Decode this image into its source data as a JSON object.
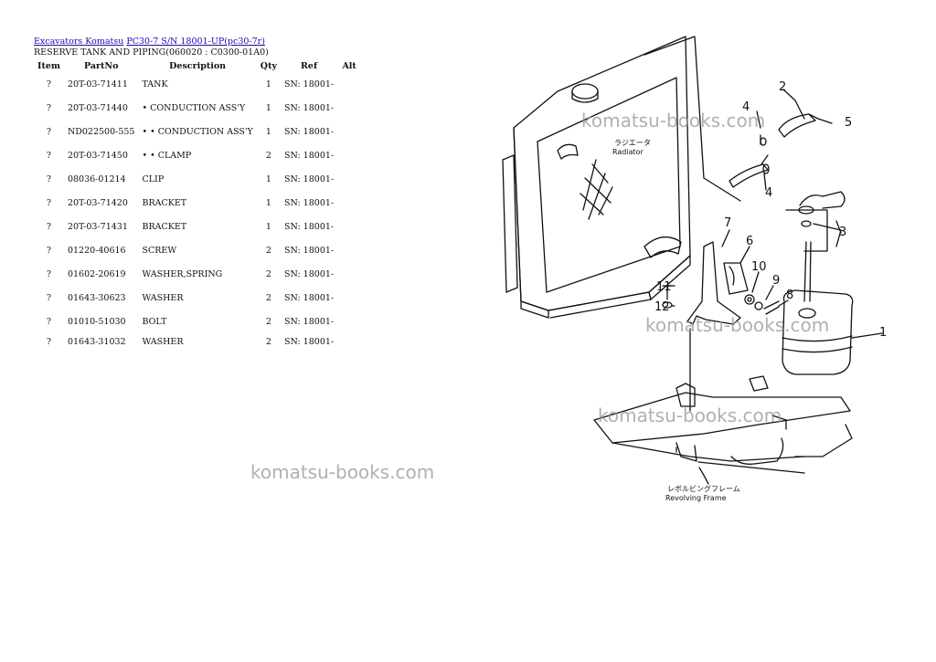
{
  "breadcrumb": {
    "link1": "Excavators Komatsu",
    "link2": "PC30-7 S/N 18001-UP(pc30-7r)"
  },
  "subtitle": "RESERVE TANK AND PIPING(060020 : C0300-01A0)",
  "table": {
    "headers": {
      "item": "Item",
      "partno": "PartNo",
      "description": "Description",
      "qty": "Qty",
      "ref": "Ref",
      "alt": "Alt"
    },
    "rows": [
      {
        "item": "?",
        "partno": "20T-03-71411",
        "description": "TANK",
        "qty": "1",
        "ref": "SN: 18001-"
      },
      {
        "item": "?",
        "partno": "20T-03-71440",
        "description": "• CONDUCTION ASS'Y",
        "qty": "1",
        "ref": "SN: 18001-"
      },
      {
        "item": "?",
        "partno": "ND022500-555",
        "description": "• • CONDUCTION ASS'Y",
        "qty": "1",
        "ref": "SN: 18001-"
      },
      {
        "item": "?",
        "partno": "20T-03-71450",
        "description": "• • CLAMP",
        "qty": "2",
        "ref": "SN: 18001-"
      },
      {
        "item": "?",
        "partno": "08036-01214",
        "description": "CLIP",
        "qty": "1",
        "ref": "SN: 18001-"
      },
      {
        "item": "?",
        "partno": "20T-03-71420",
        "description": "BRACKET",
        "qty": "1",
        "ref": "SN: 18001-"
      },
      {
        "item": "?",
        "partno": "20T-03-71431",
        "description": "BRACKET",
        "qty": "1",
        "ref": "SN: 18001-"
      },
      {
        "item": "?",
        "partno": "01220-40616",
        "description": "SCREW",
        "qty": "2",
        "ref": "SN: 18001-"
      },
      {
        "item": "?",
        "partno": "01602-20619",
        "description": "WASHER,SPRING",
        "qty": "2",
        "ref": "SN: 18001-"
      },
      {
        "item": "?",
        "partno": "01643-30623",
        "description": "WASHER",
        "qty": "2",
        "ref": "SN: 18001-"
      },
      {
        "item": "?",
        "partno": "01010-51030",
        "description": "BOLT",
        "qty": "2",
        "ref": "SN: 18001-"
      },
      {
        "item": "?",
        "partno": "01643-31032",
        "description": "WASHER",
        "qty": "2",
        "ref": "SN: 18001-"
      }
    ]
  },
  "watermark": "komatsu-books.com",
  "diagram": {
    "radiator_jp": "ラジエータ",
    "radiator_en": "Radiator",
    "frame_jp": "レボルビングフレーム",
    "frame_en": "Revolving  Frame",
    "callouts": [
      "1",
      "2",
      "3",
      "4",
      "4",
      "5",
      "6",
      "7",
      "8",
      "9",
      "10",
      "11",
      "12"
    ]
  }
}
